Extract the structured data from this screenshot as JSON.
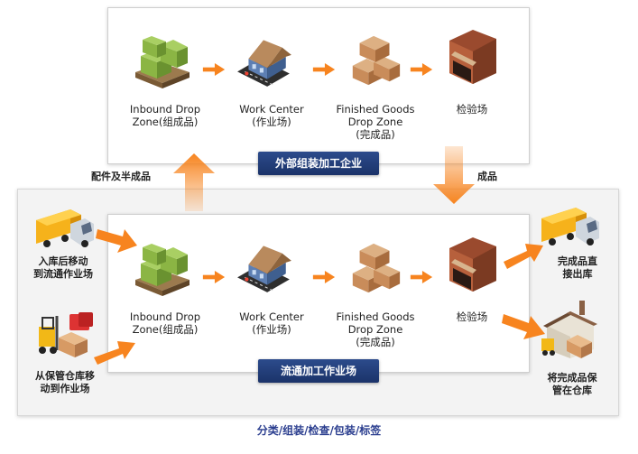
{
  "top": {
    "steps": [
      {
        "label_1": "Inbound Drop",
        "label_2": "Zone(组成品)"
      },
      {
        "label_1": "Work Center",
        "label_2": "(作业场)"
      },
      {
        "label_1": "Finished Goods",
        "label_2": "Drop Zone",
        "label_3": "(完成品)"
      },
      {
        "label_1": "检验场"
      }
    ],
    "banner": "外部组装加工企业"
  },
  "bottom": {
    "steps": [
      {
        "label_1": "Inbound Drop",
        "label_2": "Zone(组成品)"
      },
      {
        "label_1": "Work Center",
        "label_2": "(作业场)"
      },
      {
        "label_1": "Finished Goods",
        "label_2": "Drop Zone",
        "label_3": "(完成品)"
      },
      {
        "label_1": "检验场"
      }
    ],
    "banner": "流通加工作业场"
  },
  "flows": {
    "up_label": "配件及半成品",
    "down_label": "成品"
  },
  "inputs": {
    "truck": {
      "label_1": "入库后移动",
      "label_2": "到流通作业场"
    },
    "forklift": {
      "label_1": "从保管仓库移",
      "label_2": "动到作业场"
    }
  },
  "outputs": {
    "truck": {
      "label_1": "完成品直",
      "label_2": "接出库"
    },
    "warehouse": {
      "label_1": "将完成品保",
      "label_2": "管在仓库"
    }
  },
  "footer": "分类/组装/检查/包装/标签",
  "colors": {
    "arrow": "#f7841f",
    "banner": "#1f3a78",
    "crate_green": "#7aa33a",
    "box_brown": "#c98c5a"
  }
}
